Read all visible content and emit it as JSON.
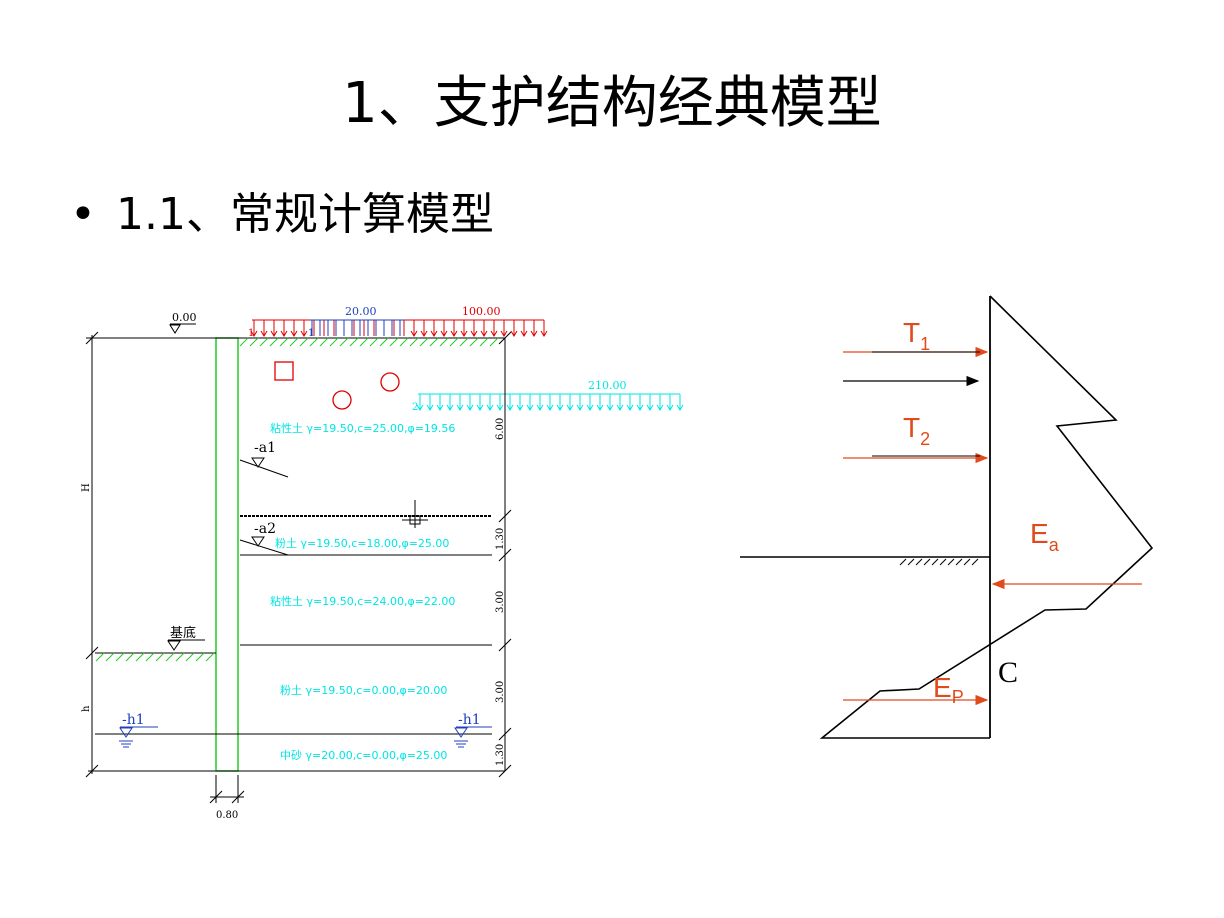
{
  "title": "1、支护结构经典模型",
  "bullet": "1.1、常规计算模型",
  "bullet_symbol": "•",
  "left_diagram": {
    "ground_level": "0.00",
    "load_strip1": "20.00",
    "load_strip2": "100.00",
    "load_strip3": "210.00",
    "load_num1": "1",
    "load_num1b": "1",
    "load_num2": "2",
    "layers": [
      "粘性土  γ=19.50,c=25.00,φ=19.56",
      "粉土  γ=19.50,c=18.00,φ=25.00",
      "粘性土  γ=19.50,c=24.00,φ=22.00",
      "粉土  γ=19.50,c=0.00,φ=20.00",
      "中砂  γ=20.00,c=0.00,φ=25.00"
    ],
    "thicknesses": [
      "6.00",
      "1.30",
      "3.00",
      "3.00",
      "1.30"
    ],
    "anchor1": "-a1",
    "anchor2": "-a2",
    "base_label": "基底",
    "h_label": "H",
    "small_h_label": "h",
    "water_left": "-h1",
    "water_right": "-h1",
    "wall_width": "0.80",
    "colors": {
      "soil": "#00e5e5",
      "red": "#e00000",
      "blue": "#1f3fbf",
      "green": "#22cc22"
    }
  },
  "right_diagram": {
    "T1_main": "T",
    "T1_sub": "1",
    "T2_main": "T",
    "T2_sub": "2",
    "Ea_main": "E",
    "Ea_sub": "a",
    "Ep_main": "E",
    "Ep_sub": "P",
    "C": "C",
    "colors": {
      "arrow": "#e04a1c"
    }
  }
}
